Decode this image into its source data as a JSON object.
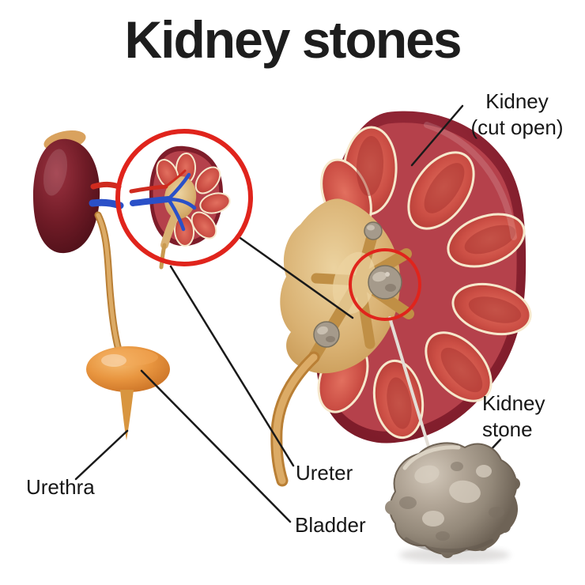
{
  "title": "Kidney stones",
  "labels": {
    "kidney_cut_open": {
      "line1": "Kidney",
      "line2": "(cut open)"
    },
    "urethra": "Urethra",
    "ureter": "Ureter",
    "bladder": "Bladder",
    "kidney_stone": {
      "line1": "Kidney",
      "line2": "stone"
    }
  },
  "colors": {
    "highlight_ring_red": "#e0241c",
    "kidney_outer_red": "#8a2130",
    "pyramid_red": "#cc4f45",
    "renal_pelvis_tan": "#d9b172",
    "ureter_tan": "#dcab66",
    "bladder_orange": "#e8953f",
    "stone_gray": "#a99d8e",
    "vein_blue": "#2a50c8",
    "artery_red": "#cf2b1f",
    "label_line_black": "#1a1a1a"
  }
}
